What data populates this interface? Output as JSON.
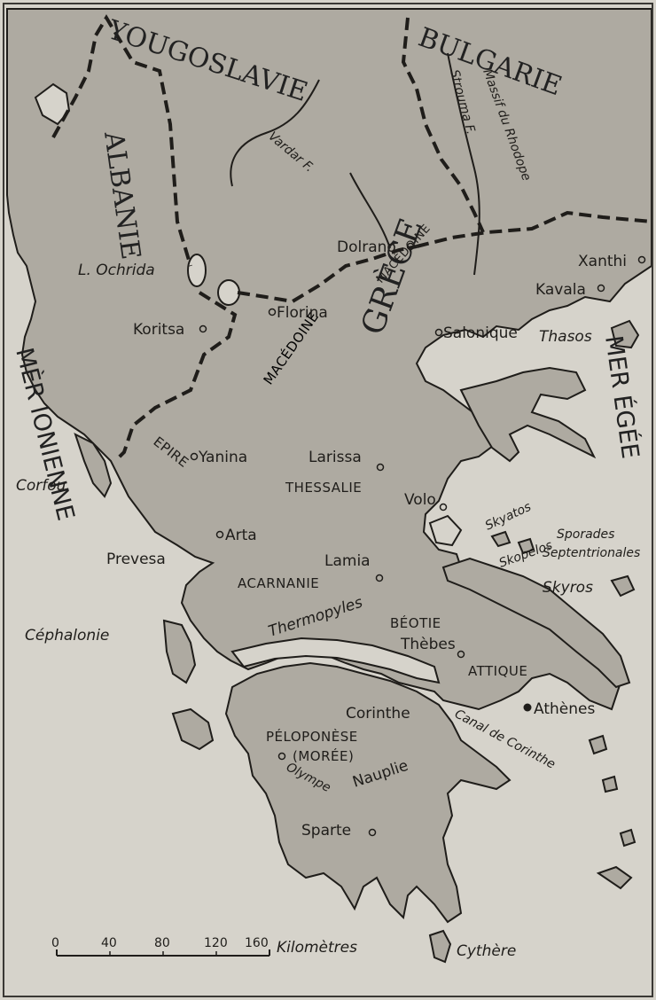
{
  "countries": {
    "yougoslavie": "YOUGOSLAVIE",
    "bulgarie": "BULGARIE",
    "albanie": "ALBANIE",
    "grece": "GRÈCE"
  },
  "regions": {
    "macedoine_big": "MACÉDOINE",
    "macedoine_small": "MACÉDOINE",
    "thessalie": "THESSALIE",
    "epire": "EPIRE",
    "acarnanie": "ACARNANIE",
    "beotie": "BÉOTIE",
    "attique": "ATTIQUE",
    "peloponese": "PÉLOPONÈSE",
    "moree": "(MORÉE)"
  },
  "seas": {
    "mer_ionienne": "MÈR IONIENNE",
    "mer_egee": "MER ÉGÉE"
  },
  "features": {
    "vardar": "Vardar F.",
    "strouma": "Strouma F.",
    "massif_du_rhodope": "Massif du Rhodope",
    "lac_ochrida": "L. Ochrida",
    "canal_de_corinthe": "Canal de Corinthe",
    "thermopyles": "Thermopyles",
    "sporades": "Sporades",
    "septentrionales": "Septentrionales"
  },
  "places": {
    "dolrano": "Dolrano",
    "xanthi": "Xanthi",
    "kavala": "Kavala",
    "florina": "Florina",
    "koritsa": "Koritsa",
    "salonique": "Salonique",
    "thasos": "Thasos",
    "yanina": "Yanina",
    "larissa": "Larissa",
    "corfou": "Corfou",
    "volo": "Volo",
    "skyatos": "Skyatos",
    "skopelos": "Skopelos",
    "skyros": "Skyros",
    "arta": "Arta",
    "prevesa": "Prevesa",
    "lamia": "Lamia",
    "cephalonie": "Céphalonie",
    "thebes": "Thèbes",
    "corinthe": "Corinthe",
    "athenes": "Athènes",
    "olympe": "Olympe",
    "nauplie": "Nauplie",
    "sparte": "Sparte",
    "cythere": "Cythère"
  },
  "scale": {
    "ticks": [
      "0",
      "40",
      "80",
      "120",
      "160"
    ],
    "unit": "Kilomètres"
  },
  "colors": {
    "land": "#aeaaa1",
    "sea": "#d6d3cb",
    "ink": "#1f1d1a"
  }
}
